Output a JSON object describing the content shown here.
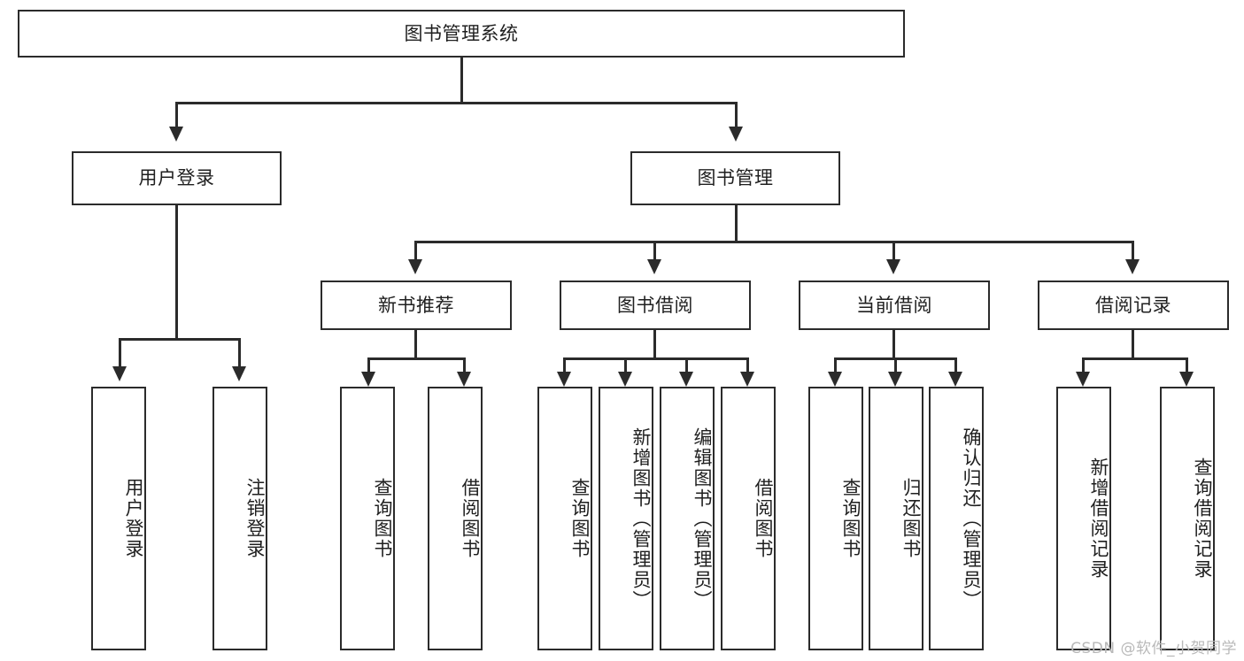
{
  "diagram": {
    "type": "tree",
    "title": "图书管理系统",
    "root": {
      "label": "图书管理系统"
    },
    "level2": [
      {
        "label": "用户登录"
      },
      {
        "label": "图书管理"
      }
    ],
    "level3": [
      {
        "label": "新书推荐"
      },
      {
        "label": "图书借阅"
      },
      {
        "label": "当前借阅"
      },
      {
        "label": "借阅记录"
      }
    ],
    "leaves": {
      "user_login": [
        {
          "label": "用户登录"
        },
        {
          "label": "注销登录"
        }
      ],
      "new_book_recommend": [
        {
          "label": "查询图书"
        },
        {
          "label": "借阅图书"
        }
      ],
      "book_borrow": [
        {
          "label": "查询图书"
        },
        {
          "label": "新增图书（管理员）"
        },
        {
          "label": "编辑图书（管理员）"
        },
        {
          "label": "借阅图书"
        }
      ],
      "current_borrow": [
        {
          "label": "查询图书"
        },
        {
          "label": "归还图书"
        },
        {
          "label": "确认归还（管理员）"
        }
      ],
      "borrow_record": [
        {
          "label": "新增借阅记录"
        },
        {
          "label": "查询借阅记录"
        }
      ]
    }
  },
  "watermark": {
    "text": "CSDN @软件_小贺同学"
  },
  "colors": {
    "stroke": "#2b2b2b",
    "background": "#ffffff",
    "text": "#1f1f1f",
    "watermark": "#b9b9b9"
  }
}
